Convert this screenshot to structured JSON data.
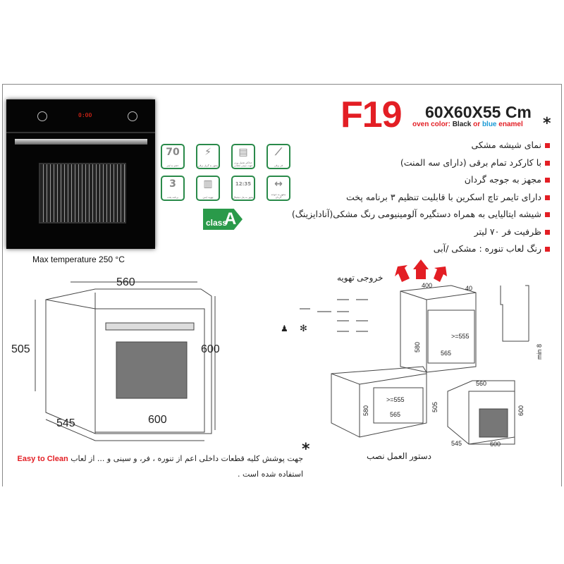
{
  "product": {
    "model": "F19",
    "dimensions": "60X60X55 Cm",
    "color_line": {
      "prefix": "oven color: ",
      "black": "Black",
      "or": " or ",
      "blue": "blue",
      "enamel": " enamel"
    },
    "asterisk": "*",
    "max_temperature": "Max temperature 250 °C",
    "energy_class": {
      "label": "class",
      "grade": "A"
    },
    "oven_display": "0:00"
  },
  "features": [
    "نمای شیشه مشکی",
    "با کارکرد تمام برقی (دارای سه المنت)",
    "مجهز به جوجه گردان",
    "دارای تایمر تاچ اسکرین با قابلیت تنظیم ۳  برنامه پخت",
    "شیشه ایتالیایی به همراه دستگیره آلومینیومی رنگ مشکی(آنادایزینگ)",
    "ظرفیت فر ۷۰ لیتر",
    "رنگ لعاب تنوره :  مشکی /آبی"
  ],
  "icons": [
    {
      "name": "capacity",
      "glyph": "70",
      "label": "حجم به لیتر"
    },
    {
      "name": "electric-grill",
      "glyph": "⚡",
      "label": "مجهز به گریل برقی"
    },
    {
      "name": "max-weight",
      "glyph": "▤",
      "label": "حداکثر تحمل وزن جهت سینی تحتانی"
    },
    {
      "name": "electric-oven",
      "glyph": "⟋",
      "label": "فر برقی"
    },
    {
      "name": "cooking-programs",
      "glyph": "3",
      "label": "برنامه پخت"
    },
    {
      "name": "safe-ventilation",
      "glyph": "▥",
      "label": "تهویه ایمن"
    },
    {
      "name": "digital-panel",
      "glyph": "12:35",
      "label": "مجهز به پنل دیجیتال"
    },
    {
      "name": "rotisserie",
      "glyph": "↔",
      "label": "مجهز به جوجه گردان"
    }
  ],
  "drawing": {
    "width": "560",
    "height_front": "505",
    "height": "600",
    "depth": "545",
    "bottom_width": "600"
  },
  "installation": {
    "vent_label": "خروجی تهویه",
    "title": "دستور العمل نصب",
    "top_width": "400",
    "top_gap": "40",
    "tall_depth": ">=555",
    "tall_width": "565",
    "tall_height": "580",
    "under_depth": ">=555",
    "under_width": "565",
    "under_height": "580",
    "small_width": "560",
    "small_front": "505",
    "small_height": "600",
    "small_depth": "545",
    "small_bottom": "600",
    "side_min": "min 8"
  },
  "note": {
    "asterisk": "*",
    "line1_a": "جهت پوشش کلیه قطعات داخلی اعم از تنوره ، فر، و سینی و ... از لعاب",
    "easy_clean": "Easy to Clean",
    "line2": "استفاده شده است ."
  },
  "colors": {
    "brand_red": "#e31e24",
    "blue": "#1a9ad6",
    "green": "#2a9a4a"
  }
}
